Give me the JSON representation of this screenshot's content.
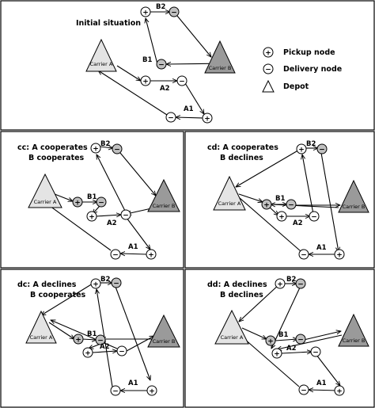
{
  "colors": {
    "pickup_fill": "#ffffff",
    "delivery_fill": "#c0c0c0",
    "carrier_a_fill": "#e4e4e4",
    "carrier_b_fill": "#9a9a9a",
    "stroke": "#000000"
  },
  "symbols": {
    "pickup": "+",
    "delivery": "−"
  },
  "legend": {
    "pickup": "Pickup node",
    "delivery": "Delivery node",
    "depot": "Depot"
  },
  "depots": {
    "a": "Carrier A",
    "b": "Carrier B"
  },
  "requests": {
    "a1": "A1",
    "a2": "A2",
    "b1": "B1",
    "b2": "B2"
  },
  "panels": {
    "initial": {
      "title1": "Initial situation",
      "title2": ""
    },
    "cc": {
      "title1": "cc: A cooperates",
      "title2": "B cooperates"
    },
    "cd": {
      "title1": "cd: A cooperates",
      "title2": "B declines"
    },
    "dc": {
      "title1": "dc: A declines",
      "title2": "B cooperates"
    },
    "dd": {
      "title1": "dd: A declines",
      "title2": "B declines"
    }
  }
}
